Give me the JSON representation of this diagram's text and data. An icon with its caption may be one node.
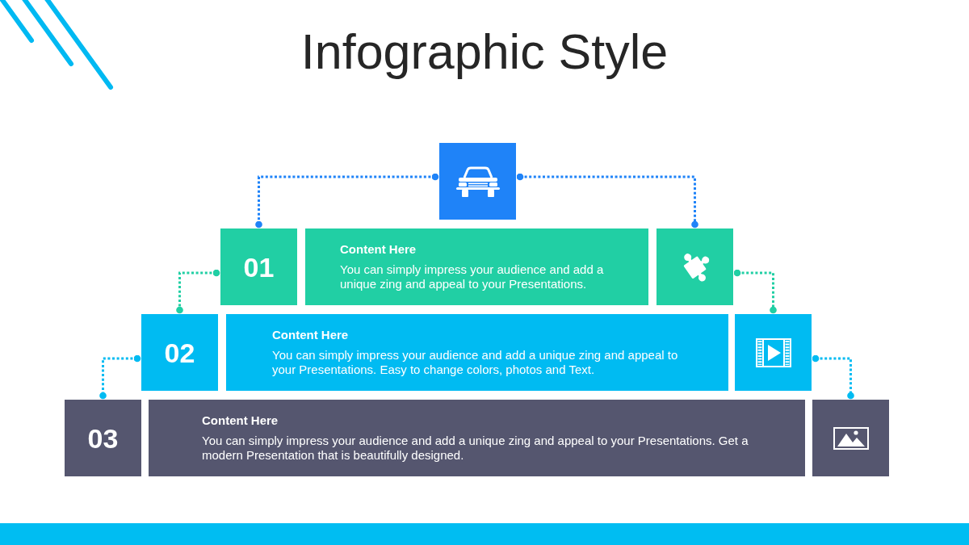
{
  "diagram": {
    "title": "Infographic Style",
    "nodes": [
      {
        "text": [],
        "shape": "box"
      },
      {
        "text": [
          "01"
        ]
      },
      {
        "text": [
          "Content Here",
          "You can simply impress your audience and add a unique zing and appeal to your Presentations."
        ]
      },
      {
        "text": [],
        "shape": "box"
      },
      {
        "text": [
          "02"
        ]
      },
      {
        "text": [
          "Content Here",
          "You can simply impress your audience and add a unique zing and appeal to your Presentations. Easy to change colors, photos and Text."
        ]
      },
      {
        "text": [],
        "shape": "box"
      },
      {
        "text": [
          "03"
        ]
      },
      {
        "text": [
          "Content Here",
          "You can simply impress your audience and add a unique zing and appeal to your Presentations. Get a modern Presentation that is beautifully designed."
        ]
      },
      {
        "text": [],
        "shape": "box"
      }
    ],
    "edges": [
      {
        "from": 0,
        "to": 1,
        "arrow": "other",
        "style": "dashed",
        "color": "#1f83f8"
      },
      {
        "from": 0,
        "to": 3,
        "arrow": "other",
        "style": "dashed",
        "color": "#1f83f8"
      },
      {
        "from": 1,
        "to": 4,
        "arrow": "other",
        "style": "dashed",
        "color": "#21cfa4"
      },
      {
        "from": 3,
        "to": 6,
        "arrow": "other",
        "style": "dashed",
        "color": "#21cfa4"
      },
      {
        "from": 4,
        "to": 7,
        "arrow": "other",
        "style": "dashed",
        "color": "#00bbf2"
      },
      {
        "from": 6,
        "to": 9,
        "arrow": "other",
        "style": "dashed",
        "color": "#00bbf2"
      }
    ]
  }
}
